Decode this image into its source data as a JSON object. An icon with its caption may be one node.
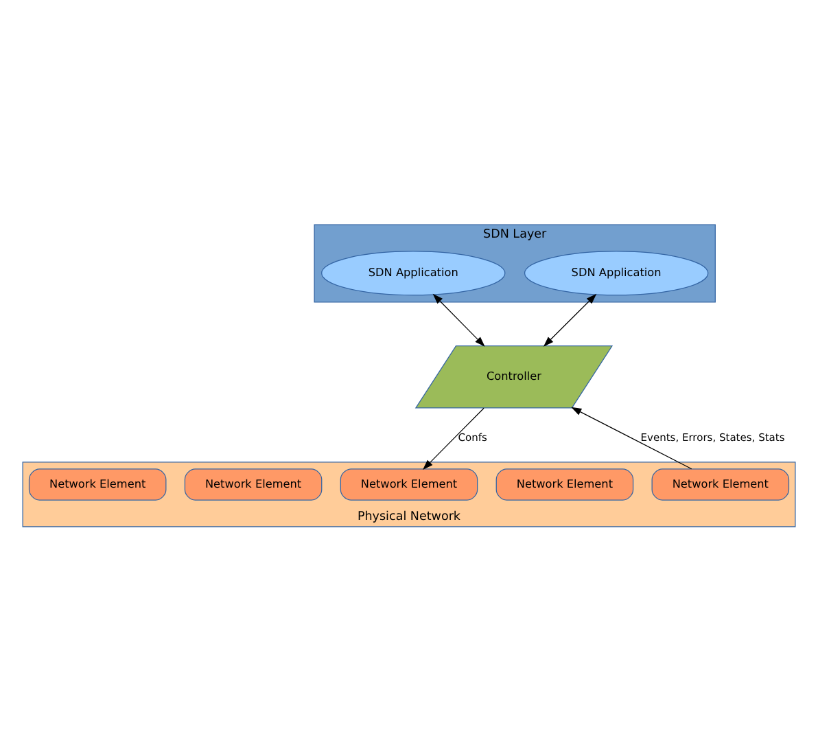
{
  "diagram": {
    "nodes": [
      {
        "text": [
          "SDN Layer"
        ]
      },
      {
        "text": [
          "SDN Application"
        ],
        "in": 0
      },
      {
        "text": [
          "SDN Application"
        ],
        "in": 0
      },
      {
        "text": [
          "Controller"
        ]
      },
      {
        "text": [
          "Physical Network"
        ]
      },
      {
        "text": [
          "Network Element"
        ],
        "in": 4
      },
      {
        "text": [
          "Network Element"
        ],
        "in": 4
      },
      {
        "text": [
          "Network Element"
        ],
        "in": 4
      },
      {
        "text": [
          "Network Element"
        ],
        "in": 4
      },
      {
        "text": [
          "Network Element"
        ],
        "in": 4
      }
    ],
    "edges": [
      {
        "from": 1,
        "to": 3,
        "arrow": "both"
      },
      {
        "from": 2,
        "to": 3,
        "arrow": "both"
      },
      {
        "from": 3,
        "to": 5,
        "arrow": "to",
        "label": "Confs"
      },
      {
        "from": 7,
        "to": 3,
        "arrow": "to",
        "label": "Events, Errors, States, Stats"
      }
    ]
  }
}
